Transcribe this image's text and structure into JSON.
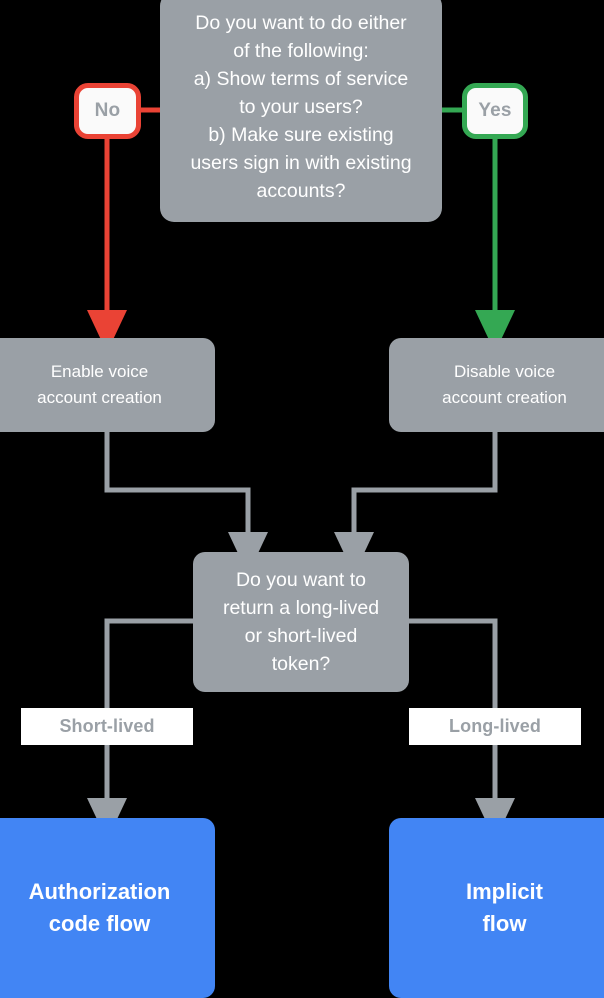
{
  "diagram": {
    "title": "Voice account creation and token flow decision chart",
    "background_color": "#000000",
    "palette": {
      "gray": "#9aa0a6",
      "blue": "#4285f4",
      "red": "#ea4335",
      "green": "#34a853",
      "white": "#ffffff",
      "badge_fill": "#fafafa"
    },
    "nodes": {
      "decision_1": {
        "type": "decision",
        "lines": [
          "Do you want to do either",
          "of the following:",
          "a) Show terms of service",
          "to your users?",
          "b) Make sure existing",
          "users sign in with existing",
          "accounts?"
        ]
      },
      "decision_2": {
        "type": "decision",
        "lines": [
          "Do you want to",
          "return a long-lived",
          "or short-lived",
          "token?"
        ]
      },
      "process_left": {
        "type": "process",
        "lines": [
          "Enable voice",
          "account creation"
        ]
      },
      "process_right": {
        "type": "process",
        "lines": [
          "Disable voice",
          "account creation"
        ]
      },
      "terminal_left": {
        "type": "terminal",
        "lines": [
          "Authorization",
          "code flow"
        ]
      },
      "terminal_right": {
        "type": "terminal",
        "lines": [
          "Implicit",
          "flow"
        ]
      }
    },
    "badges": {
      "no": {
        "label": "No",
        "color": "#ea4335"
      },
      "yes": {
        "label": "Yes",
        "color": "#34a853"
      }
    },
    "edge_labels": {
      "short_lived": "Short-lived",
      "long_lived": "Long-lived"
    }
  },
  "chart_data": {
    "type": "diagram",
    "subtype": "flowchart",
    "title": "Voice account creation and token flow decision chart",
    "nodes": [
      {
        "id": "d1",
        "shape": "decision",
        "text": "Do you want to do either of the following: a) Show terms of service to your users? b) Make sure existing users sign in with existing accounts?",
        "fill": "#9aa0a6"
      },
      {
        "id": "p_left",
        "shape": "process",
        "text": "Enable voice account creation",
        "fill": "#9aa0a6"
      },
      {
        "id": "p_right",
        "shape": "process",
        "text": "Disable voice account creation",
        "fill": "#9aa0a6"
      },
      {
        "id": "d2",
        "shape": "decision",
        "text": "Do you want to return a long-lived or short-lived token?",
        "fill": "#9aa0a6"
      },
      {
        "id": "t_left",
        "shape": "terminal",
        "text": "Authorization code flow",
        "fill": "#4285f4"
      },
      {
        "id": "t_right",
        "shape": "terminal",
        "text": "Implicit flow",
        "fill": "#4285f4"
      }
    ],
    "edges": [
      {
        "from": "d1",
        "to": "p_left",
        "label": "No",
        "color": "#ea4335"
      },
      {
        "from": "d1",
        "to": "p_right",
        "label": "Yes",
        "color": "#34a853"
      },
      {
        "from": "p_left",
        "to": "d2",
        "label": "",
        "color": "#9aa0a6"
      },
      {
        "from": "p_right",
        "to": "d2",
        "label": "",
        "color": "#9aa0a6"
      },
      {
        "from": "d2",
        "to": "t_left",
        "label": "Short-lived",
        "color": "#9aa0a6"
      },
      {
        "from": "d2",
        "to": "t_right",
        "label": "Long-lived",
        "color": "#9aa0a6"
      }
    ]
  }
}
